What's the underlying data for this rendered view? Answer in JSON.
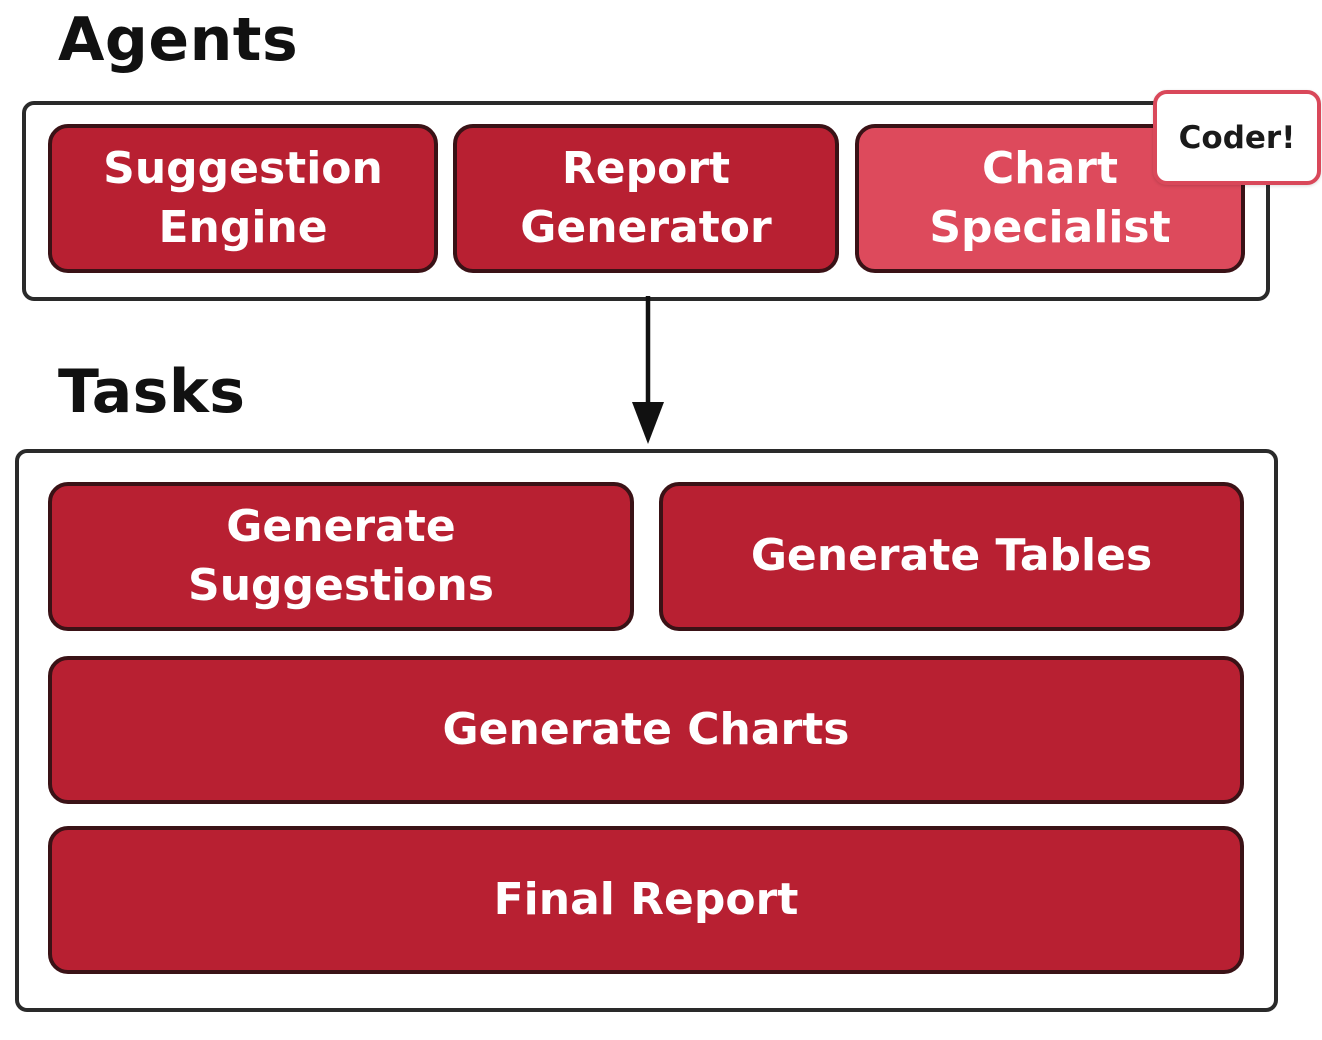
{
  "colors": {
    "box_fill": "#b82032",
    "box_highlight": "#dd4a5c",
    "box_border": "#3a1216",
    "box_text": "#ffffff",
    "frame_border": "#2a2a2a",
    "badge_border": "#d9485a",
    "heading": "#111111",
    "arrow": "#111111"
  },
  "agents": {
    "heading": "Agents",
    "items": [
      {
        "label": "Suggestion\nEngine"
      },
      {
        "label": "Report\nGenerator"
      },
      {
        "label": "Chart\nSpecialist",
        "badge": "Coder!"
      }
    ]
  },
  "tasks": {
    "heading": "Tasks",
    "items": [
      {
        "label": "Generate\nSuggestions"
      },
      {
        "label": "Generate Tables"
      },
      {
        "label": "Generate Charts"
      },
      {
        "label": "Final Report"
      }
    ]
  }
}
